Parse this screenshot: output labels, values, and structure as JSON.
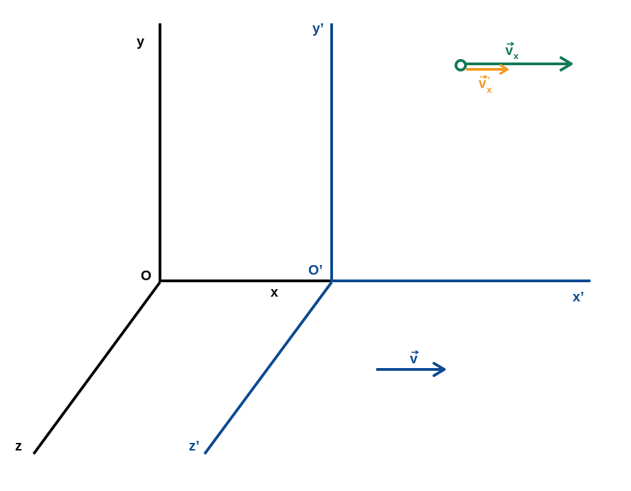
{
  "colors": {
    "frame_s": "#000000",
    "frame_s_prime": "#0b4a91",
    "velocity_vx": "#127a55",
    "velocity_vx_prime": "#f29a24",
    "frame_velocity": "#0b4a91"
  },
  "frame_s": {
    "y_label": "y",
    "x_label": "x",
    "z_label": "z",
    "origin_label": "O"
  },
  "frame_s_prime": {
    "y_label": "y’",
    "x_label": "x’",
    "z_label": "z’",
    "origin_label": "O’"
  },
  "particle": {
    "vx_label": "v",
    "vx_subscript": "x",
    "vx_prime_label": "v",
    "vx_prime_prime": "’",
    "vx_prime_subscript": "x"
  },
  "frame_velocity": {
    "label": "v"
  }
}
